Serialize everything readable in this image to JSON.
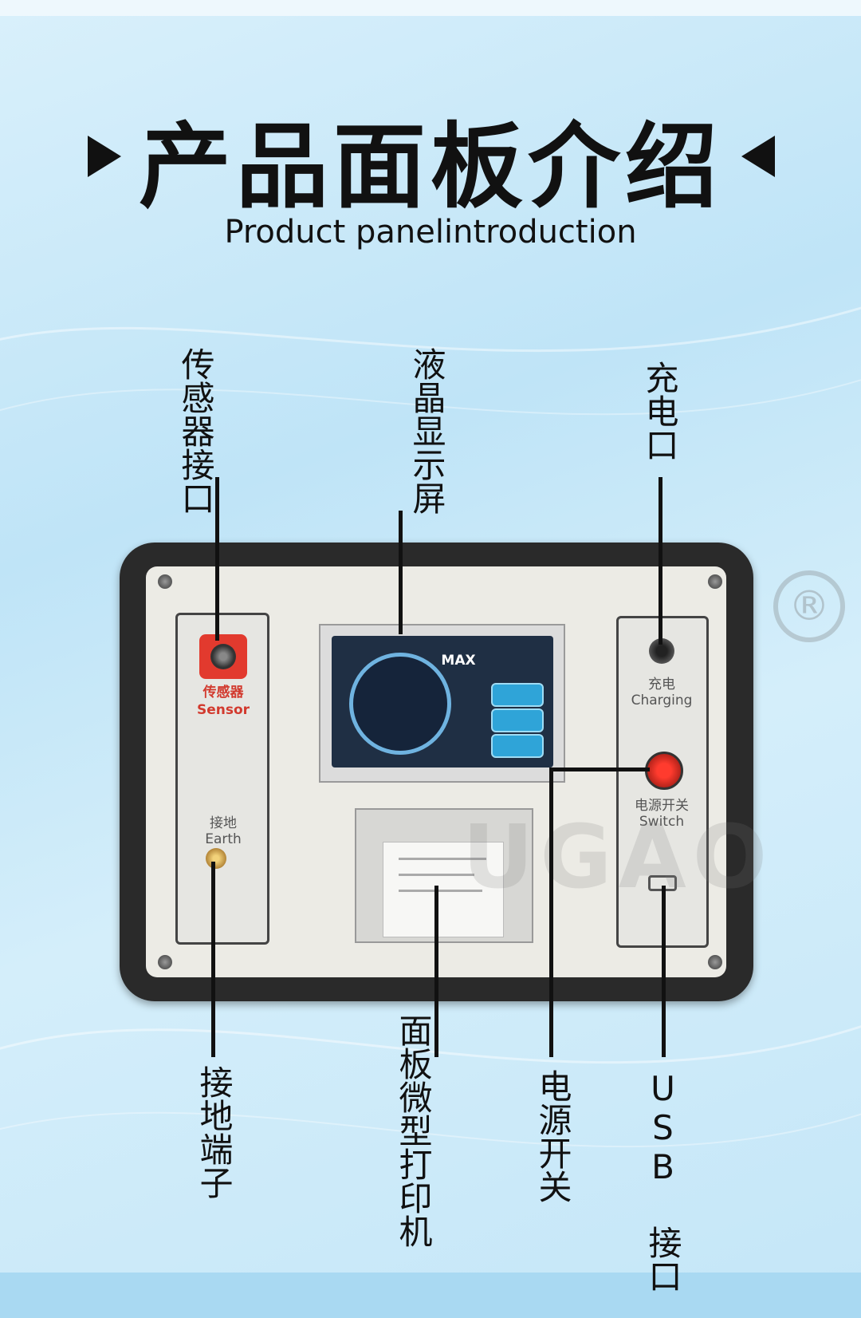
{
  "header": {
    "title": "产品面板介绍",
    "subtitle": "Product panelintroduction"
  },
  "callouts": {
    "sensor_port": "传感器接口",
    "lcd_screen": "液晶显示屏",
    "charge_port": "充电口",
    "earth_terminal": "接地端子",
    "printer": "面板微型打印机",
    "power_switch": "电源开关",
    "usb_port": "USB 接口"
  },
  "device": {
    "sensor_cn": "传感器",
    "sensor_en": "Sensor",
    "earth_cn": "接地",
    "earth_en": "Earth",
    "charging_cn": "充电",
    "charging_en": "Charging",
    "switch_cn": "电源开关",
    "switch_en": "Switch",
    "display_max": "MAX",
    "watermark": "UGAO"
  },
  "colors": {
    "background": "#c9e8f8",
    "accent_red": "#e23a2e",
    "text": "#111111"
  }
}
